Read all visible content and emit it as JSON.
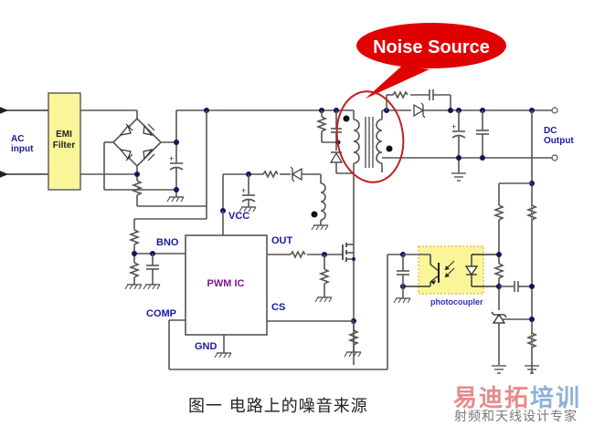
{
  "callout": {
    "text": "Noise Source",
    "color": "#e00000",
    "highlight_color": "#c02020"
  },
  "blocks": {
    "emi_filter": {
      "line1": "EMI",
      "line2": "Filter",
      "fill": "#fbf59a"
    },
    "pwm_ic": {
      "label": "PWM IC",
      "label_color": "#7a1a8a"
    },
    "photocoupler": {
      "label": "photocoupler",
      "fill": "#fbf59a"
    }
  },
  "labels": {
    "ac_input_1": "AC",
    "ac_input_2": "input",
    "dc_output_1": "DC",
    "dc_output_2": "Output",
    "vcc": "VCC",
    "bno": "BNO",
    "out": "OUT",
    "cs": "CS",
    "comp": "COMP",
    "gnd": "GND"
  },
  "caption": "图一  电路上的噪音来源",
  "watermark": {
    "title_red": "易迪拓",
    "title_blue": "培训",
    "subtitle": "射频和天线设计专家"
  }
}
